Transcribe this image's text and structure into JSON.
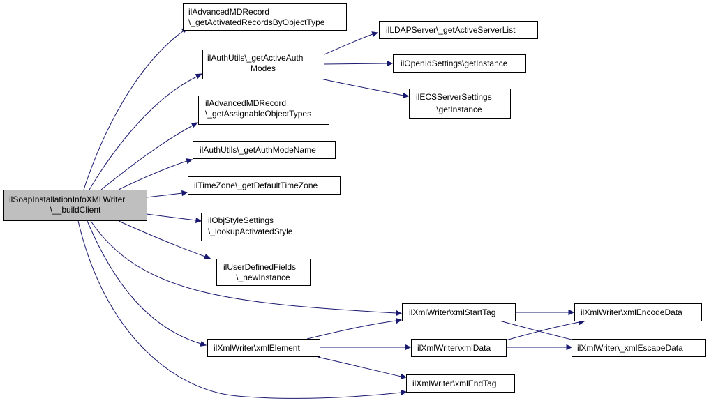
{
  "nodes": {
    "root": [
      "ilSoapInstallationInfoXMLWriter",
      "\\__buildClient"
    ],
    "get_activated_records": [
      "ilAdvancedMDRecord",
      "\\_getActivatedRecordsByObjectType"
    ],
    "get_active_auth_modes": [
      "ilAuthUtils\\_getActiveAuth",
      "Modes"
    ],
    "ldap_active_server_list": [
      "ilLDAPServer\\_getActiveServerList"
    ],
    "openid_get_instance": [
      "ilOpenIdSettings\\getInstance"
    ],
    "ecs_server_settings": [
      "ilECSServerSettings",
      "\\getInstance"
    ],
    "get_assignable_object_types": [
      "ilAdvancedMDRecord",
      "\\_getAssignableObjectTypes"
    ],
    "get_auth_mode_name": [
      "ilAuthUtils\\_getAuthModeName"
    ],
    "get_default_timezone": [
      "ilTimeZone\\_getDefaultTimeZone"
    ],
    "lookup_activated_style": [
      "ilObjStyleSettings",
      "\\_lookupActivatedStyle"
    ],
    "user_defined_fields_new": [
      "ilUserDefinedFields",
      "\\_newInstance"
    ],
    "xml_start_tag": [
      "ilXmlWriter\\xmlStartTag"
    ],
    "xml_encode_data": [
      "ilXmlWriter\\xmlEncodeData"
    ],
    "xml_element": [
      "ilXmlWriter\\xmlElement"
    ],
    "xml_data": [
      "ilXmlWriter\\xmlData"
    ],
    "xml_escape_data": [
      "ilXmlWriter\\_xmlEscapeData"
    ],
    "xml_end_tag": [
      "ilXmlWriter\\xmlEndTag"
    ]
  },
  "colors": {
    "edge": "#191970",
    "root_fill": "#bfbfbf",
    "node_fill": "#ffffff",
    "node_border": "#000000"
  }
}
